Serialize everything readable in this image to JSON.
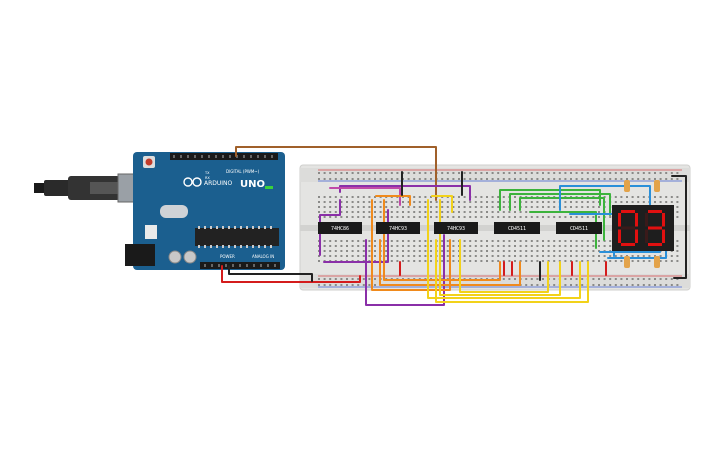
{
  "arduino": {
    "brand": "ARDUINO",
    "model": "UNO",
    "digital_label": "DIGITAL (PWM~)",
    "power_label": "POWER",
    "analog_label": "ANALOG IN",
    "tx_label": "TX",
    "rx_label": "RX"
  },
  "chips": [
    {
      "label": "74HC86"
    },
    {
      "label": "74HC93"
    },
    {
      "label": "74HC93"
    },
    {
      "label": "CD4511"
    },
    {
      "label": "CD4511"
    }
  ],
  "display": {
    "digits": [
      "0",
      "3"
    ],
    "segment_color": "#e01010"
  },
  "wire_colors": {
    "purple": "#8a2fa8",
    "orange": "#f08a1c",
    "yellow": "#f2d21a",
    "red": "#d41c1c",
    "black": "#222222",
    "green": "#3cb33c",
    "blue": "#2a8fd8",
    "brown": "#a0602a"
  }
}
